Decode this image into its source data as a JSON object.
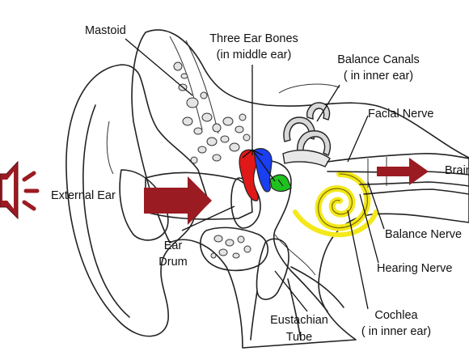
{
  "labels": {
    "mastoid": "Mastoid",
    "three_ear_bones_1": "Three Ear Bones",
    "three_ear_bones_2": "(in middle ear)",
    "balance_canals_1": "Balance Canals",
    "balance_canals_2": "( in inner ear)",
    "facial_nerve": "Facial Nerve",
    "brain": "Brain",
    "external_ear": "External Ear",
    "ear_drum_1": "Ear",
    "ear_drum_2": "Drum",
    "balance_nerve": "Balance Nerve",
    "hearing_nerve": "Hearing Nerve",
    "eustachian_tube_1": "Eustachian",
    "eustachian_tube_2": "Tube",
    "cochlea_1": "Cochlea",
    "cochlea_2": "( in inner ear)"
  },
  "icons": {
    "sound": "speaker-sound-icon",
    "arrow_in": "sound-arrow-icon",
    "arrow_out": "signal-arrow-icon"
  },
  "colors": {
    "arrow": "#9b1b22",
    "hammer_bone": "#e01818",
    "anvil_bone": "#1a3ff0",
    "stirrup_bone": "#1ec21e",
    "cochlea": "#f4e81a",
    "background": "#ffffff"
  }
}
